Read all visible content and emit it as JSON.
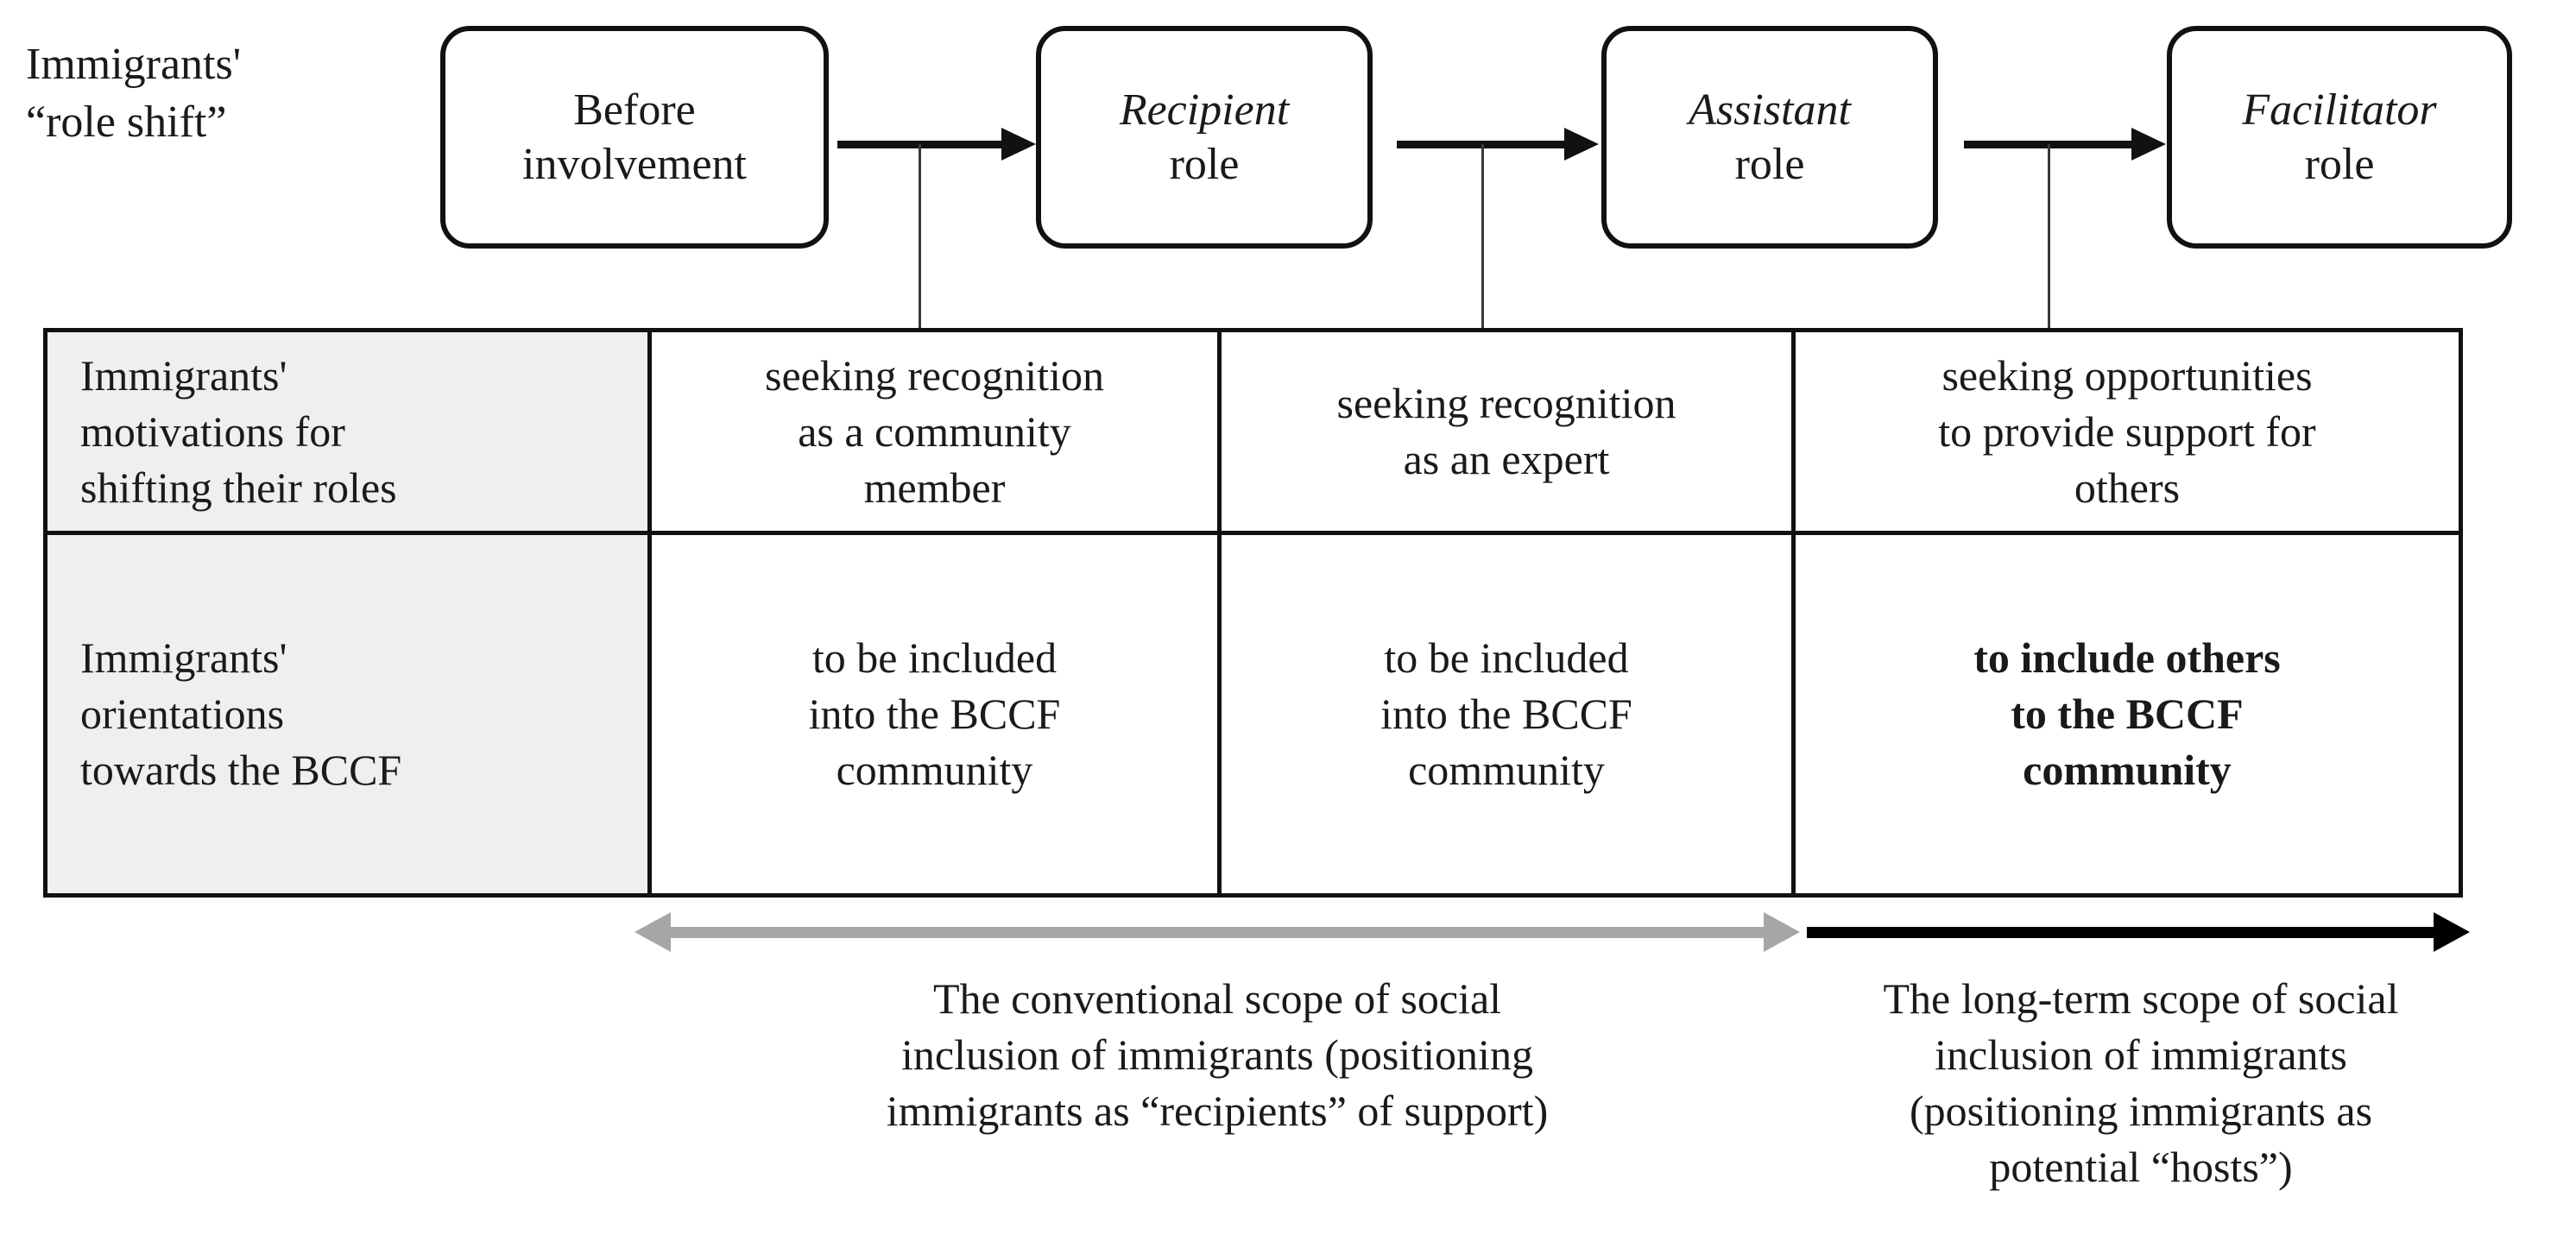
{
  "diagram": {
    "row_label": "Immigrants'\n“role shift”",
    "stages": [
      {
        "emphasis": "",
        "name": "Before",
        "suffix": "involvement"
      },
      {
        "emphasis": "Recipient",
        "name": "",
        "suffix": "role"
      },
      {
        "emphasis": "Assistant",
        "name": "",
        "suffix": "role"
      },
      {
        "emphasis": "Facilitator",
        "name": "",
        "suffix": "role"
      }
    ],
    "matrix": {
      "rows": [
        {
          "header": "Immigrants'\nmotivations for\nshifting their roles",
          "cells": [
            {
              "text": "seeking recognition\nas a community\nmember",
              "bold": false
            },
            {
              "text": "seeking recognition\nas an expert",
              "bold": false
            },
            {
              "text": "seeking opportunities\nto provide support for\nothers",
              "bold": false
            }
          ]
        },
        {
          "header": "Immigrants'\norientations\ntowards the BCCF",
          "cells": [
            {
              "text": "to be included\ninto the BCCF\ncommunity",
              "bold": false
            },
            {
              "text": "to be included\ninto the BCCF\ncommunity",
              "bold": false
            },
            {
              "text": "to include others\nto the BCCF\ncommunity",
              "bold": true
            }
          ]
        }
      ]
    },
    "scopes": [
      {
        "id": "conventional-scope",
        "caption": "The conventional scope of social\ninclusion of immigrants (positioning\nimmigrants as “recipients” of support)",
        "color": "#a6a6a6",
        "double_headed": true
      },
      {
        "id": "long-term-scope",
        "caption": "The long-term scope of social\ninclusion of immigrants\n(positioning immigrants as\npotential “hosts”)",
        "color": "#000000",
        "double_headed": false
      }
    ],
    "colors": {
      "ink": "#111111",
      "header_fill": "#efefef",
      "gray_arrow": "#a6a6a6",
      "black_arrow": "#000000",
      "page_background": "#ffffff"
    }
  }
}
